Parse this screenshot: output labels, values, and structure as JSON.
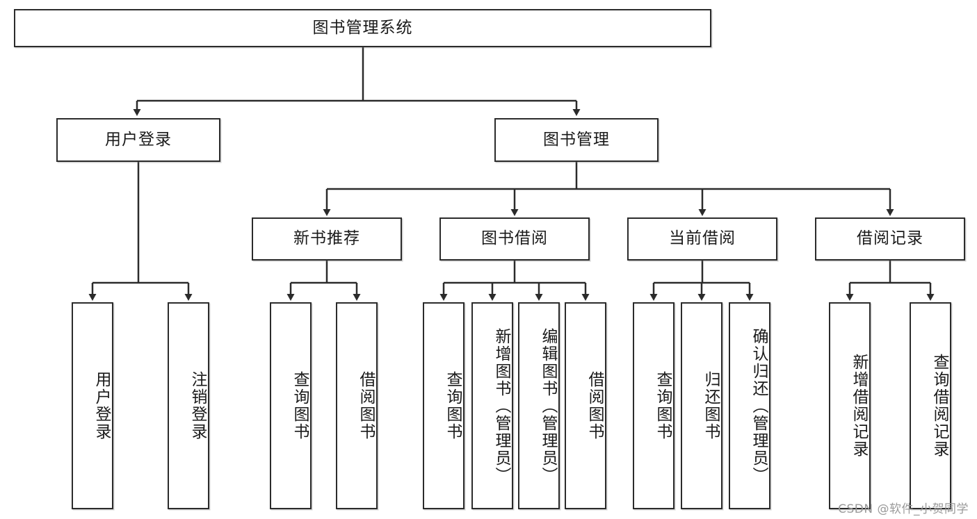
{
  "diagram": {
    "title": "图书管理系统",
    "type": "tree",
    "orientation": "top-down",
    "line_color": "#2b2b2b",
    "box_fill": "#ffffff",
    "text_color": "#1a1a1a",
    "watermark": "CSDN @软件_小贺同学"
  },
  "nodes": {
    "root": {
      "label": "图书管理系统"
    },
    "level1": [
      {
        "id": "user-login",
        "label": "用户登录"
      },
      {
        "id": "book-manage",
        "label": "图书管理"
      }
    ],
    "level2": [
      {
        "id": "new-book-recommend",
        "label": "新书推荐"
      },
      {
        "id": "book-borrow",
        "label": "图书借阅"
      },
      {
        "id": "current-borrow",
        "label": "当前借阅"
      },
      {
        "id": "borrow-record",
        "label": "借阅记录"
      }
    ],
    "leaves": {
      "user-login": [
        {
          "id": "leaf-user-login",
          "label": "用户登录"
        },
        {
          "id": "leaf-logout-login",
          "label": "注销登录"
        }
      ],
      "new-book-recommend": [
        {
          "id": "leaf-query-book-1",
          "label": "查询图书"
        },
        {
          "id": "leaf-borrow-book-1",
          "label": "借阅图书"
        }
      ],
      "book-borrow": [
        {
          "id": "leaf-query-book-2",
          "label": "查询图书"
        },
        {
          "id": "leaf-add-book-admin",
          "label": "新增图书（管理员）"
        },
        {
          "id": "leaf-edit-book-admin",
          "label": "编辑图书（管理员）"
        },
        {
          "id": "leaf-borrow-book-2",
          "label": "借阅图书"
        }
      ],
      "current-borrow": [
        {
          "id": "leaf-query-book-3",
          "label": "查询图书"
        },
        {
          "id": "leaf-return-book",
          "label": "归还图书"
        },
        {
          "id": "leaf-confirm-return-admin",
          "label": "确认归还（管理员）"
        }
      ],
      "borrow-record": [
        {
          "id": "leaf-add-borrow-record",
          "label": "新增借阅记录"
        },
        {
          "id": "leaf-query-borrow-record",
          "label": "查询借阅记录"
        }
      ]
    }
  }
}
